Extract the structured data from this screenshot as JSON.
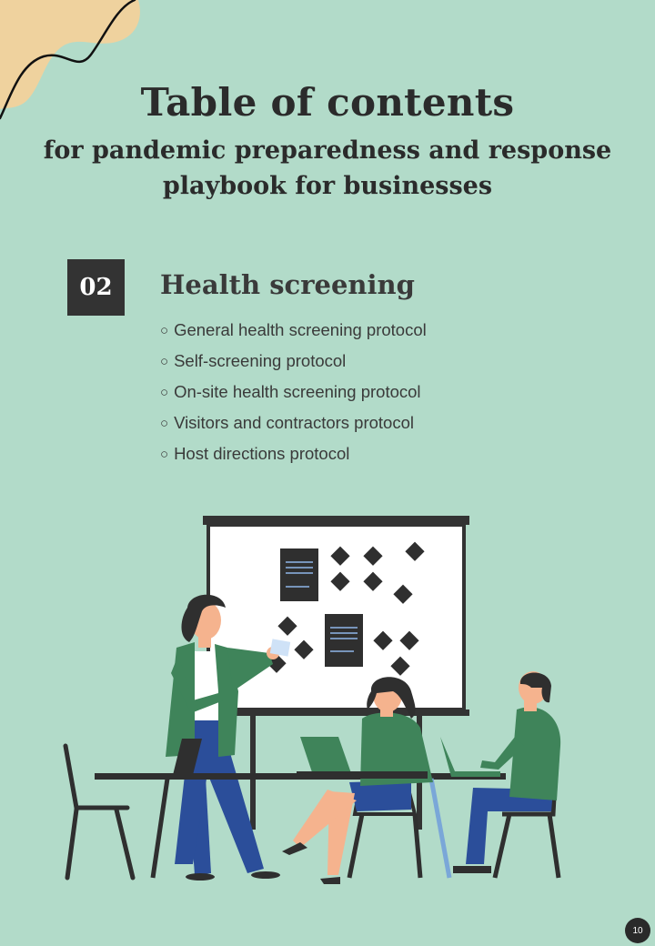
{
  "header": {
    "title": "Table of contents",
    "subtitle_line1": "for pandemic preparedness and response",
    "subtitle_line2": "playbook for businesses"
  },
  "section": {
    "number": "02",
    "title": "Health screening",
    "bullet": "○",
    "items": [
      "General health screening protocol",
      "Self-screening protocol",
      "On-site health screening protocol",
      "Visitors and contractors protocol",
      "Host directions protocol"
    ]
  },
  "footer": {
    "page_number": "10"
  },
  "colors": {
    "background": "#b2dbc9",
    "accent_blob": "#efd29e",
    "dark": "#333333",
    "green_clothing": "#3f845a",
    "blue_clothing": "#2b4e9a"
  }
}
